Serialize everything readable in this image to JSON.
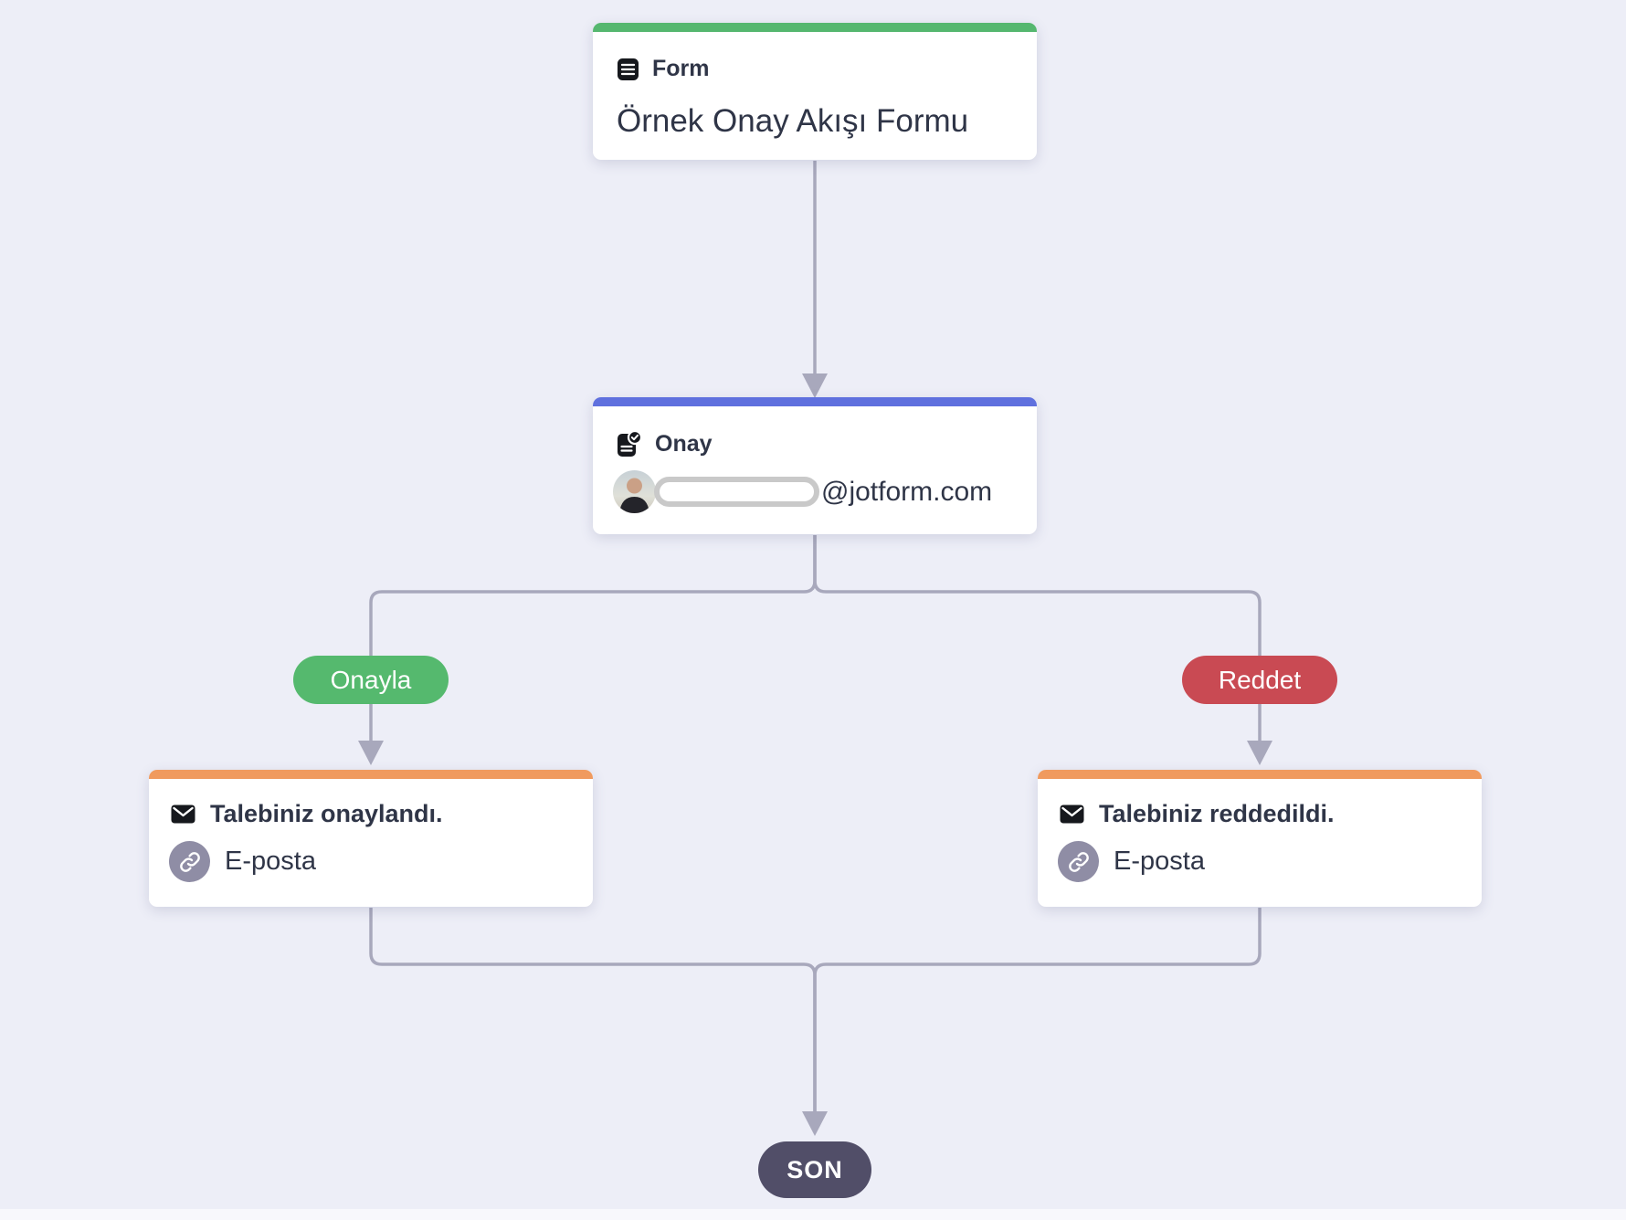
{
  "page": {
    "background": "#EDEEF7",
    "connector_color": "#A8A8BC",
    "text_color": "#2F3547"
  },
  "nodes": {
    "form": {
      "type_label": "Form",
      "title": "Örnek Onay Akışı Formu",
      "bar_color": "#55B76F"
    },
    "approval": {
      "type_label": "Onay",
      "approver_domain": "@jotform.com",
      "bar_color": "#5F70DE"
    },
    "approved_email": {
      "title": "Talebiniz onaylandı.",
      "channel": "E-posta",
      "bar_color": "#F09A5E"
    },
    "denied_email": {
      "title": "Talebiniz reddedildi.",
      "channel": "E-posta",
      "bar_color": "#F09A5E"
    }
  },
  "branches": {
    "approve": {
      "label": "Onayla",
      "color": "#55B96E"
    },
    "deny": {
      "label": "Reddet",
      "color": "#C94A53"
    }
  },
  "end_node": {
    "label": "SON",
    "color": "#514E68"
  }
}
